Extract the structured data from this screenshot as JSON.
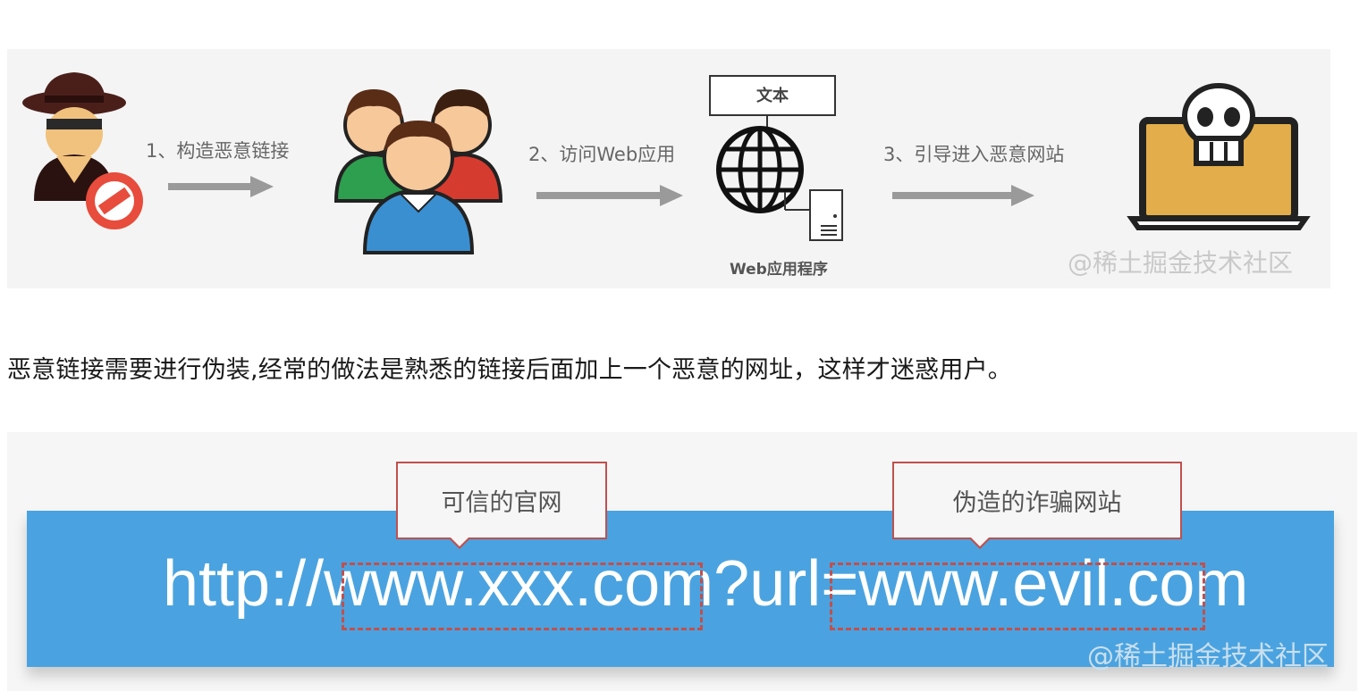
{
  "figure1": {
    "steps": [
      {
        "label": "1、构造恶意链接"
      },
      {
        "label": "2、访问Web应用"
      },
      {
        "label": "3、引导进入恶意网站"
      }
    ],
    "text_box_label": "文本",
    "web_app_label": "Web应用程序",
    "watermark": "@稀土掘金技术社区",
    "icons": [
      "hacker-icon",
      "users-group-icon",
      "globe-icon",
      "server-icon",
      "skull-laptop-icon"
    ]
  },
  "paragraph": "恶意链接需要进行伪装,经常的做法是熟悉的链接后面加上一个恶意的网址，这样才迷惑用户。",
  "figure2": {
    "url": "http://www.xxx.com?url=www.evil.com",
    "callouts": [
      {
        "label": "可信的官网"
      },
      {
        "label": "伪造的诈骗网站"
      }
    ],
    "watermark": "@稀土掘金技术社区",
    "colors": {
      "bar": "#4aa3e0",
      "callout_border": "#c0504d"
    }
  }
}
